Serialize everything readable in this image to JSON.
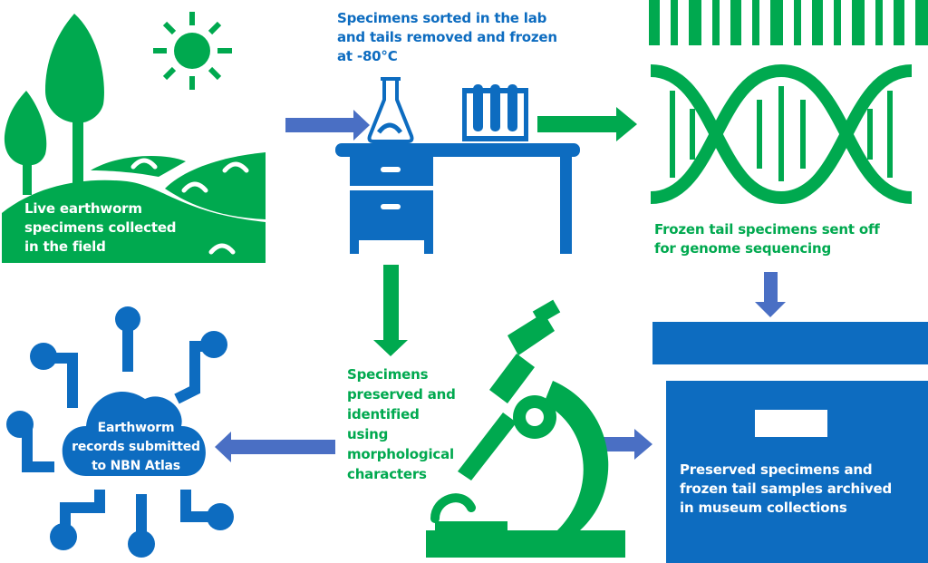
{
  "colors": {
    "green": "#00a94f",
    "blue": "#0d6cc0",
    "arrow_blue": "#4a6fc4"
  },
  "steps": {
    "field": "Live earthworm\nspecimens collected\nin the field",
    "lab": "Specimens sorted in the lab\nand tails removed and frozen\nat -80°C",
    "sequencing": "Frozen tail specimens sent off\nfor genome sequencing",
    "archive": "Preserved specimens and\nfrozen tail samples archived\nin museum collections",
    "identify": "Specimens\npreserved and\nidentified\nusing\nmorphological\ncharacters",
    "records": "Earthworm\nrecords submitted\nto NBN Atlas"
  }
}
